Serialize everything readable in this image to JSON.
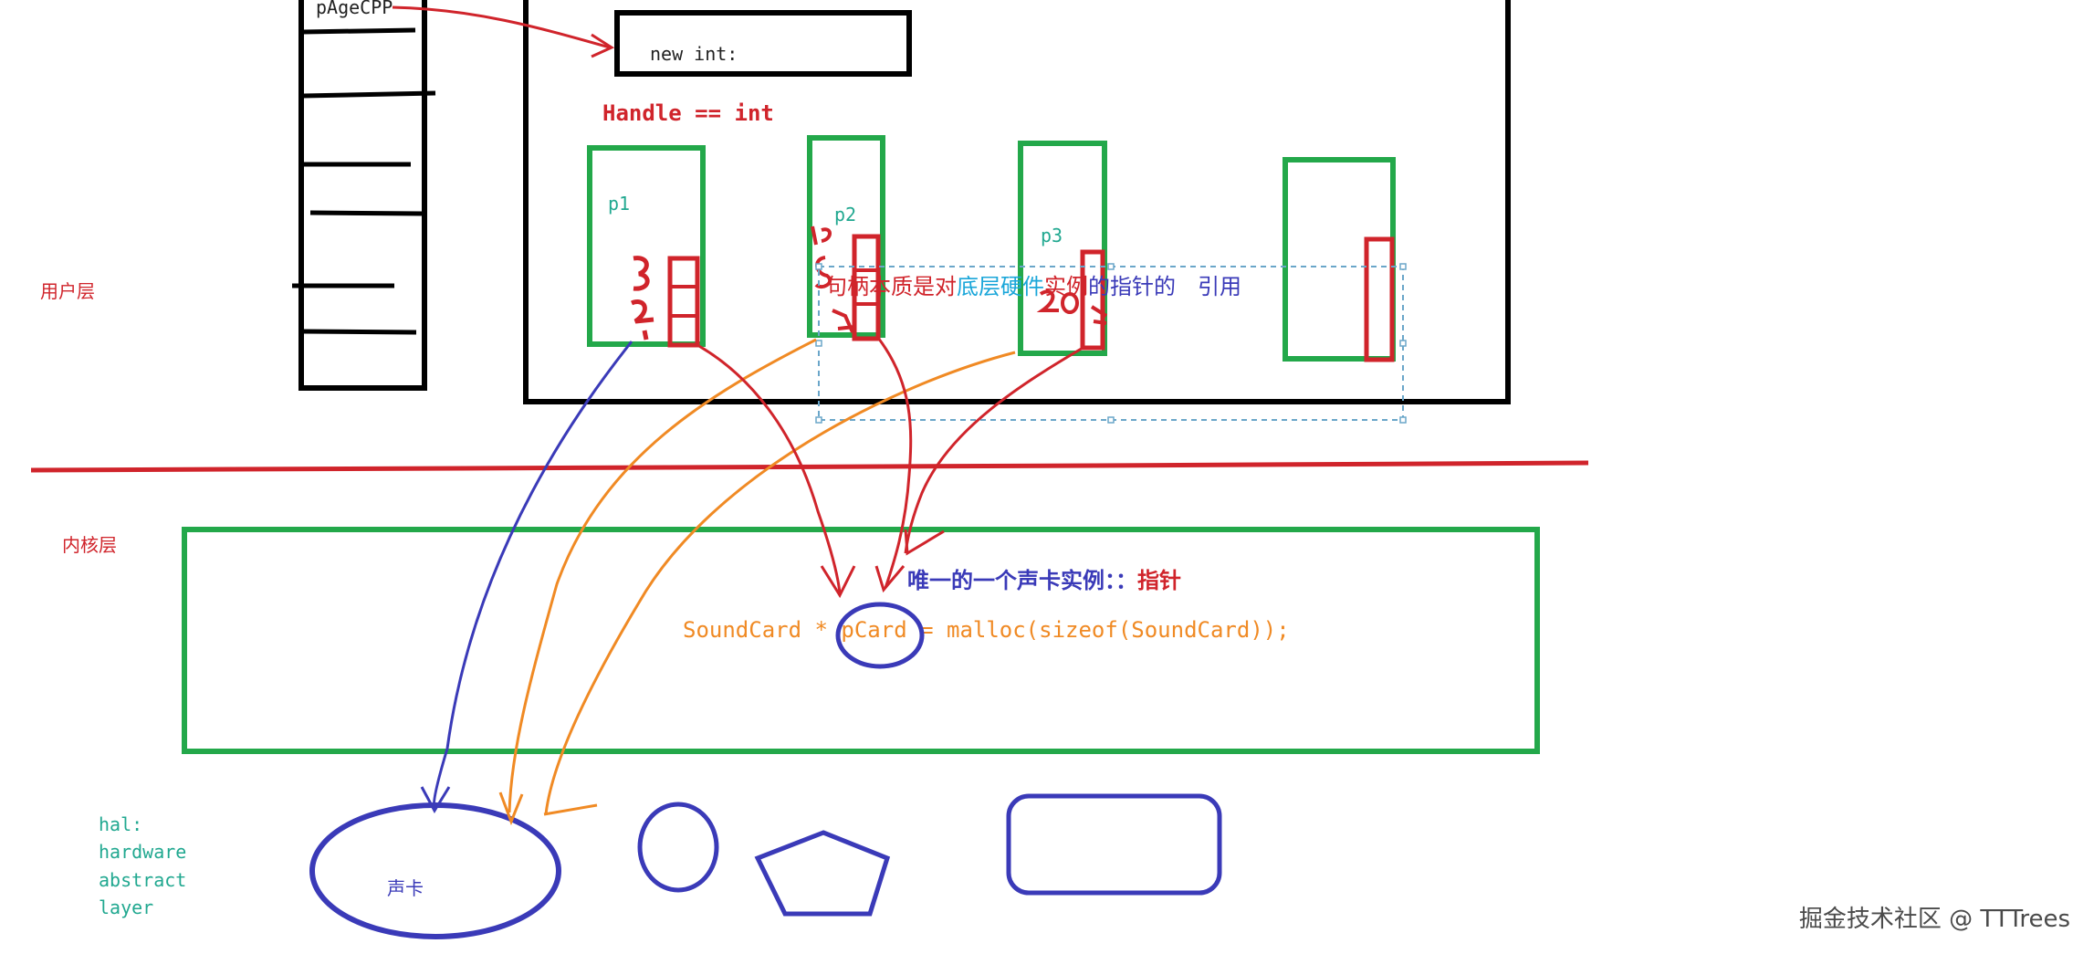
{
  "colors": {
    "black": "#000000",
    "red": "#d0242b",
    "green": "#23a84a",
    "blue": "#3a3ab8",
    "orange": "#f08a24",
    "teal": "#21a890",
    "cyan": "#1aa6d9",
    "dashed": "#6aa6c9"
  },
  "user_layer": {
    "label": "用户层",
    "stack_label": "pAgeCPP",
    "new_int": "new int:",
    "handle": "Handle == int",
    "boxes": [
      {
        "label": "p1",
        "marks": "3 2 1"
      },
      {
        "label": "p2",
        "marks": "10 5 3"
      },
      {
        "label": "p3",
        "marks": "20"
      },
      {
        "label": ""
      }
    ],
    "note": {
      "prefix": "句柄本质是对",
      "middle": "底层硬件",
      "suffix1": "实例",
      "suffix2": "的指针的",
      "suffix3": "引用"
    }
  },
  "kernel_layer": {
    "label": "内核层",
    "instance_note": "唯一的一个声卡实例：：",
    "instance_note_tail": "指针",
    "code_before": "SoundCard * ",
    "code_var": "pCard",
    "code_after": " = malloc(sizeof(SoundCard));"
  },
  "hal": {
    "lines": [
      "hal:",
      "hardware",
      "abstract",
      "layer"
    ],
    "sound_card": "声卡"
  },
  "watermark": "掘金技术社区 @ TTTrees"
}
